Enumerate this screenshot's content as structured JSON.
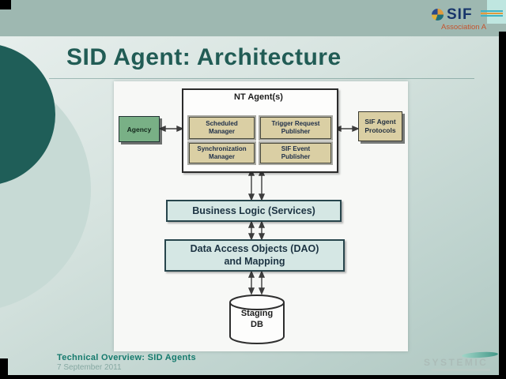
{
  "header": {
    "title": "SID Agent: Architecture"
  },
  "sif_logo": {
    "icon": "sif-globe-icon",
    "text": "SIF",
    "subtext": "Association A"
  },
  "diagram": {
    "agency_label": "Agency",
    "nt_agent": {
      "title": "NT Agent(s)",
      "modules": [
        {
          "line1": "Scheduled",
          "line2": "Manager"
        },
        {
          "line1": "Trigger Request",
          "line2": "Publisher"
        },
        {
          "line1": "Synchronization",
          "line2": "Manager"
        },
        {
          "line1": "SIF Event",
          "line2": "Publisher"
        }
      ]
    },
    "protocol": {
      "line1": "SIF Agent",
      "line2": "Protocols"
    },
    "business_logic_label": "Business Logic (Services)",
    "dao": {
      "line1": "Data Access Objects (DAO)",
      "line2": "and Mapping"
    },
    "database": {
      "line1": "Staging",
      "line2": "DB"
    }
  },
  "footer": {
    "left_title": "Technical Overview: SID Agents",
    "left_date": "7 September 2011",
    "right_logo": "SYSTEMIC"
  },
  "colors": {
    "title_teal": "#215c55",
    "band_teal": "#9eb8b1",
    "dark_circle": "#1f5e58",
    "module_fill": "#dacfa4",
    "service_fill": "#d5e7e4",
    "agency_green": "#79b086",
    "footer_teal": "#157a6d"
  }
}
